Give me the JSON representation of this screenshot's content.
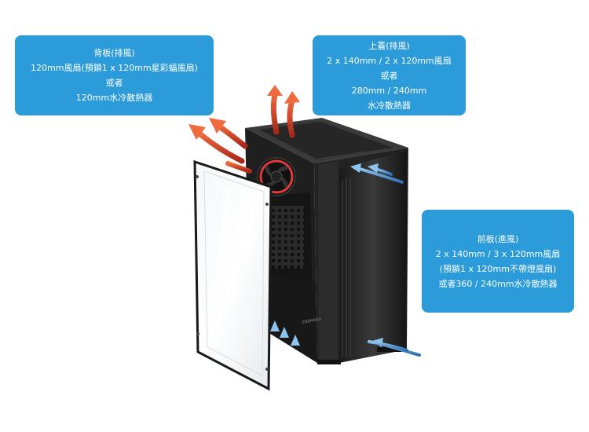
{
  "callouts": {
    "rear": {
      "title": "背板(排風)",
      "line1": "120mm風扇(預鎖1 x 120mm星彩蝠風扇)",
      "line2": "或者",
      "line3": "120mm水冷散熱器"
    },
    "top": {
      "title": "上蓋(排風)",
      "line1": "2 x 140mm / 2 x 120mm風扇",
      "line2": "或者",
      "line3": "280mm / 240mm",
      "line4": "水冷散熱器"
    },
    "front": {
      "title": "前板(進風)",
      "line1": "2 x 140mm / 3 x 120mm風扇",
      "line2": "(預鎖1 x 120mm不帶燈風扇)",
      "line3": "或者360 / 240mm水冷散熱器"
    }
  },
  "colors": {
    "callout_bg": "#2b9bd9",
    "exhaust_arrow": "#d9442a",
    "intake_arrow": "#5aa0d8",
    "case_body": "#2a2a2a"
  },
  "icons": {
    "exhaust": "red-airflow-arrow",
    "intake": "blue-airflow-arrow",
    "fan": "rgb-fan-icon"
  }
}
